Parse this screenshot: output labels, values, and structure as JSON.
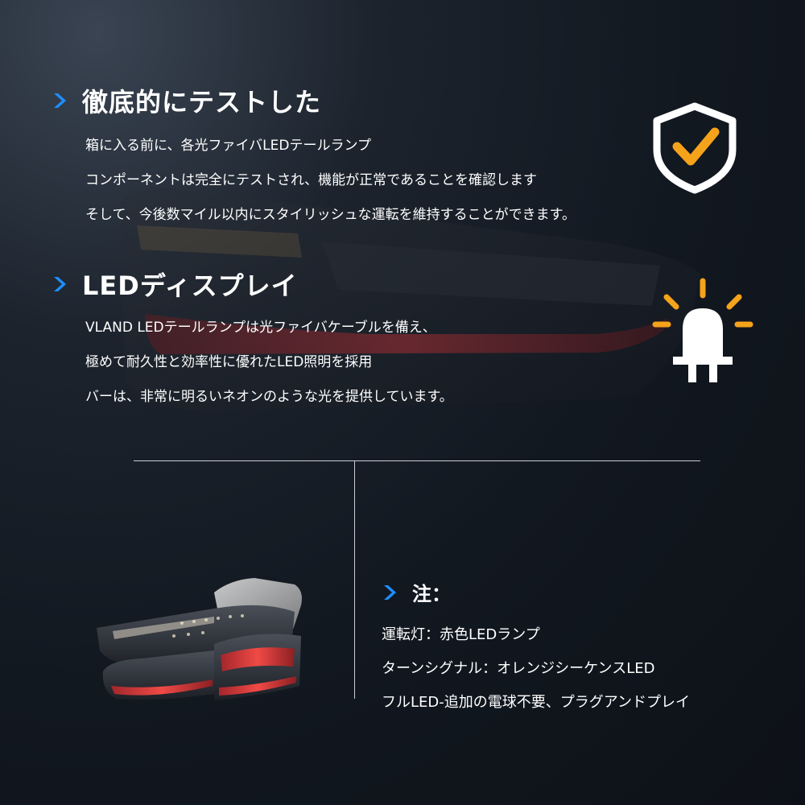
{
  "section1": {
    "heading": "徹底的にテストした",
    "lines": [
      "箱に入る前に、各光ファイバLEDテールランプ",
      "コンポーネントは完全にテストされ、機能が正常であることを確認します",
      "そして、今後数マイル以内にスタイリッシュな運転を維持することができます。"
    ]
  },
  "section2": {
    "heading": "LEDディスプレイ",
    "lines": [
      "VLAND LEDテールランプは光ファイバケーブルを備え、",
      "極めて耐久性と効率性に優れたLED照明を採用",
      "バーは、非常に明るいネオンのような光を提供しています。"
    ]
  },
  "note": {
    "title": "注：",
    "lines": [
      "運転灯：赤色LEDランプ",
      "ターンシグナル：オレンジシーケンスLED",
      "フルLED-追加の電球不要、プラグアンドプレイ"
    ]
  },
  "colors": {
    "accent_blue": "#1e8fff",
    "accent_orange": "#f5a31a",
    "background": "#121820"
  },
  "icons": [
    "chevron-right-icon",
    "shield-check-icon",
    "led-bulb-icon"
  ]
}
